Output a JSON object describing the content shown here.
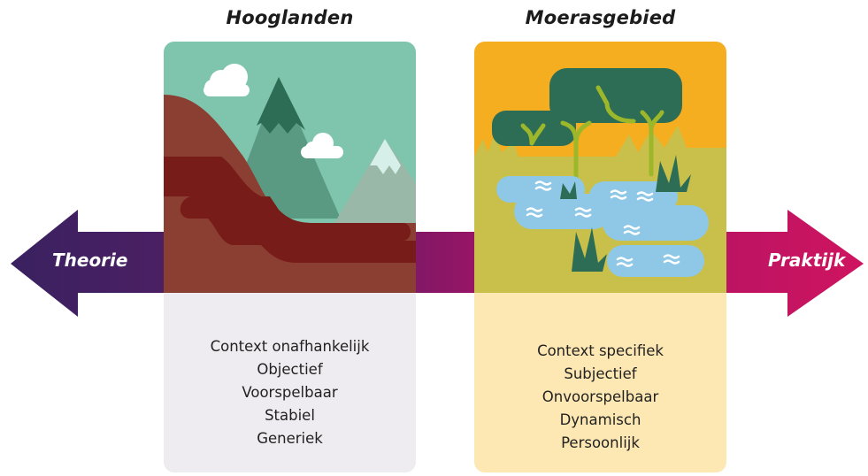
{
  "left_panel": {
    "title": "Hooglanden",
    "traits": [
      "Context onafhankelijk",
      "Objectief",
      "Voorspelbaar",
      "Stabiel",
      "Generiek"
    ],
    "image_icon": "highlands-mountain-illustration",
    "bg_color": "#eeecf0"
  },
  "right_panel": {
    "title": "Moerasgebied",
    "traits": [
      "Context specifiek",
      "Subjectief",
      "Onvoorspelbaar",
      "Dynamisch",
      "Persoonlijk"
    ],
    "image_icon": "swamp-illustration",
    "bg_color": "#fde8b4"
  },
  "arrow": {
    "left_label": "Theorie",
    "right_label": "Praktijk",
    "left_color": "#3c2260",
    "right_color": "#c8145e"
  }
}
